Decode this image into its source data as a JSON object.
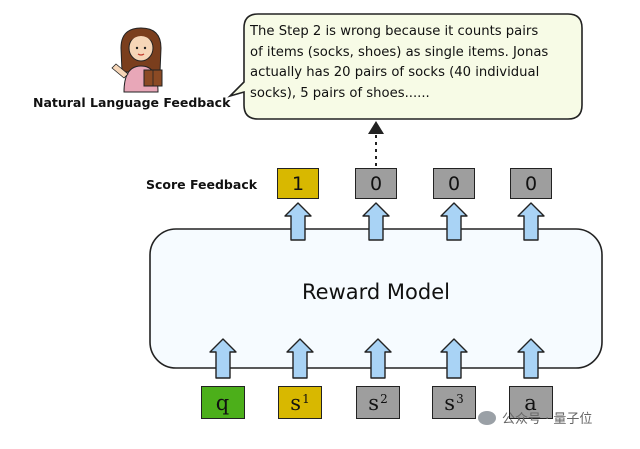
{
  "feedback": {
    "natural_language_label": "Natural Language Feedback",
    "score_label": "Score Feedback",
    "bubble_lines": [
      "The Step 2 is wrong because it counts pairs",
      "of items (socks, shoes) as single items. Jonas",
      "actually has 20 pairs of socks (40 individual",
      "socks), 5 pairs of shoes......"
    ]
  },
  "scores": [
    "1",
    "0",
    "0",
    "0"
  ],
  "model": {
    "label": "Reward Model"
  },
  "inputs": [
    {
      "base": "q",
      "sup": ""
    },
    {
      "base": "s",
      "sup": "1"
    },
    {
      "base": "s",
      "sup": "2"
    },
    {
      "base": "s",
      "sup": "3"
    },
    {
      "base": "a",
      "sup": ""
    }
  ],
  "watermark": "公众号 · 量子位",
  "colors": {
    "positive": "#d8b800",
    "neutral": "#9e9e9e",
    "question": "#4caf1a",
    "arrow_fill": "#a9d3f5",
    "bubble_fill": "#f7fbe6",
    "model_fill": "#f6fbff"
  },
  "icons": {
    "person": "person-reading-icon"
  }
}
